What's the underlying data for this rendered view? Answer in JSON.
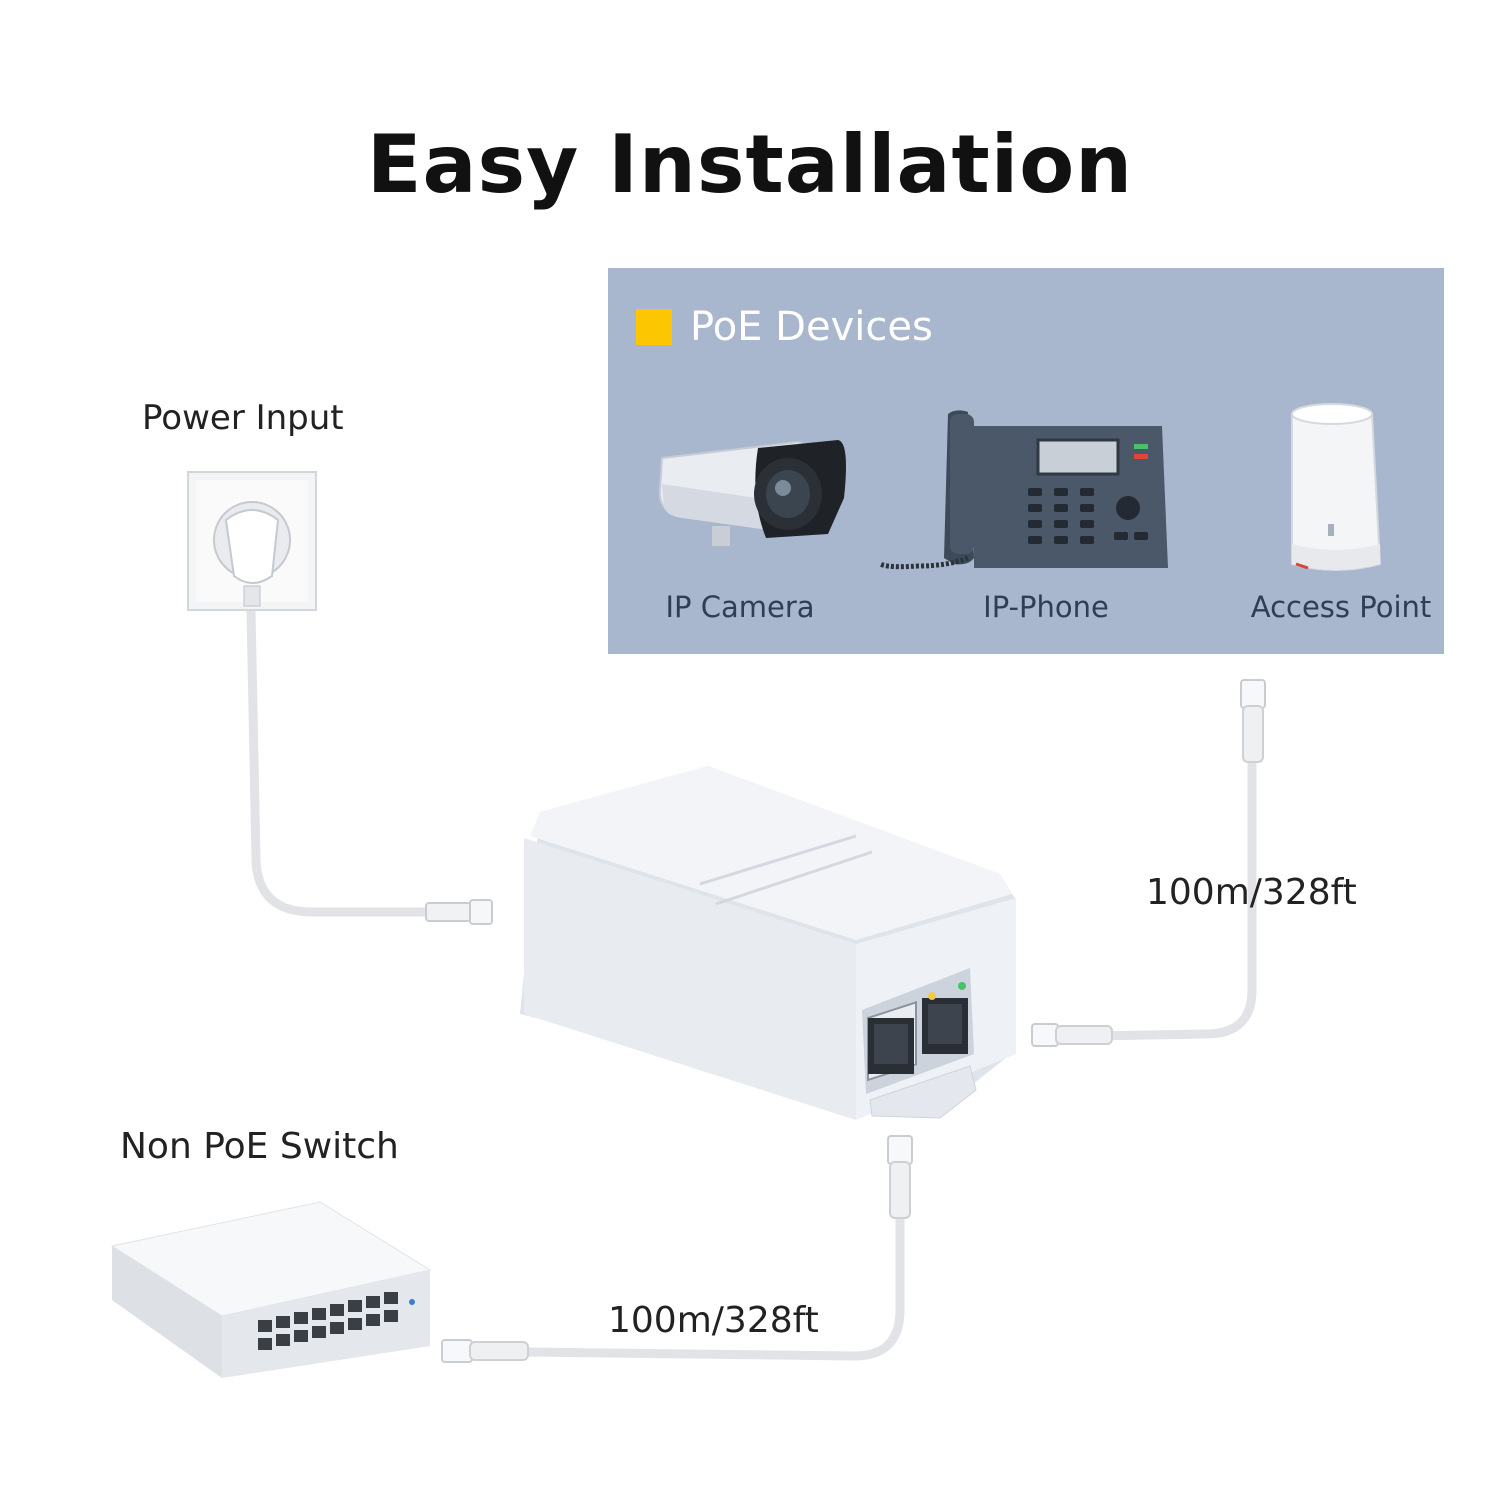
{
  "title": "Easy Installation",
  "poe_panel": {
    "heading": "PoE Devices",
    "marker_color": "#fcc600",
    "background": "#a9b7ce",
    "devices": [
      {
        "label": "IP Camera",
        "icon": "ip-camera-icon"
      },
      {
        "label": "IP-Phone",
        "icon": "ip-phone-icon"
      },
      {
        "label": "Access Point",
        "icon": "access-point-icon"
      }
    ]
  },
  "labels": {
    "power_input": "Power Input",
    "non_poe_switch": "Non PoE Switch",
    "cable_to_devices": "100m/328ft",
    "cable_to_switch": "100m/328ft"
  },
  "icons": {
    "wall_outlet": "wall-outlet-icon",
    "injector": "poe-injector-icon",
    "switch": "network-switch-icon"
  }
}
